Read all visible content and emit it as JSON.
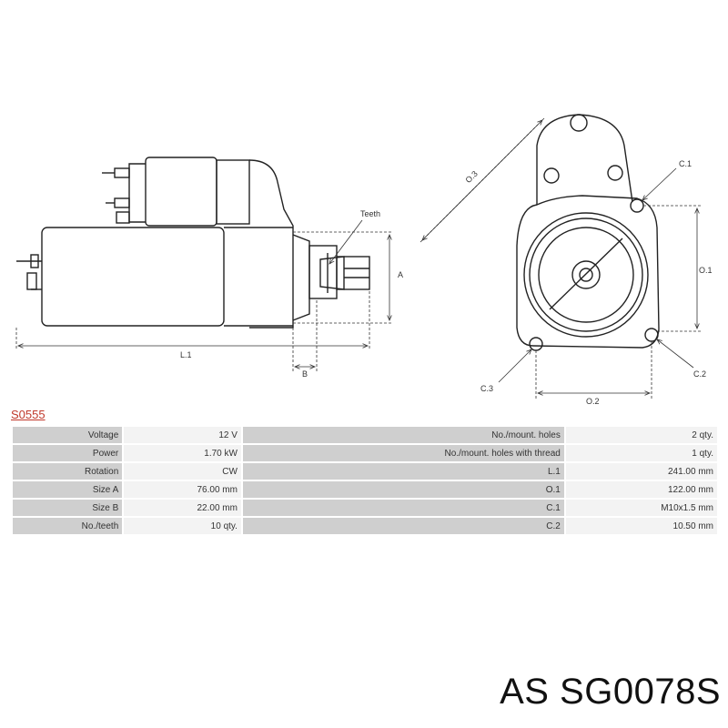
{
  "drawing": {
    "side_labels": {
      "teeth": "Teeth",
      "a": "A",
      "b": "B",
      "l1": "L.1"
    },
    "front_labels": {
      "o3": "O.3",
      "c1": "C.1",
      "o1": "O.1",
      "c2": "C.2",
      "c3": "C.3",
      "o2": "O.2"
    }
  },
  "code": "S0555",
  "specs": [
    {
      "l1": "Voltage",
      "v1": "12 V",
      "l2": "No./mount. holes",
      "v2": "2 qty."
    },
    {
      "l1": "Power",
      "v1": "1.70 kW",
      "l2": "No./mount. holes with thread",
      "v2": "1 qty."
    },
    {
      "l1": "Rotation",
      "v1": "CW",
      "l2": "L.1",
      "v2": "241.00 mm"
    },
    {
      "l1": "Size A",
      "v1": "76.00 mm",
      "l2": "O.1",
      "v2": "122.00 mm"
    },
    {
      "l1": "Size B",
      "v1": "22.00 mm",
      "l2": "C.1",
      "v2": "M10x1.5 mm"
    },
    {
      "l1": "No./teeth",
      "v1": "10 qty.",
      "l2": "C.2",
      "v2": "10.50 mm"
    }
  ],
  "footer": "AS SG0078S",
  "colors": {
    "accent": "#c0392b",
    "label_bg": "#cfcfcf",
    "value_bg": "#f3f3f3"
  }
}
